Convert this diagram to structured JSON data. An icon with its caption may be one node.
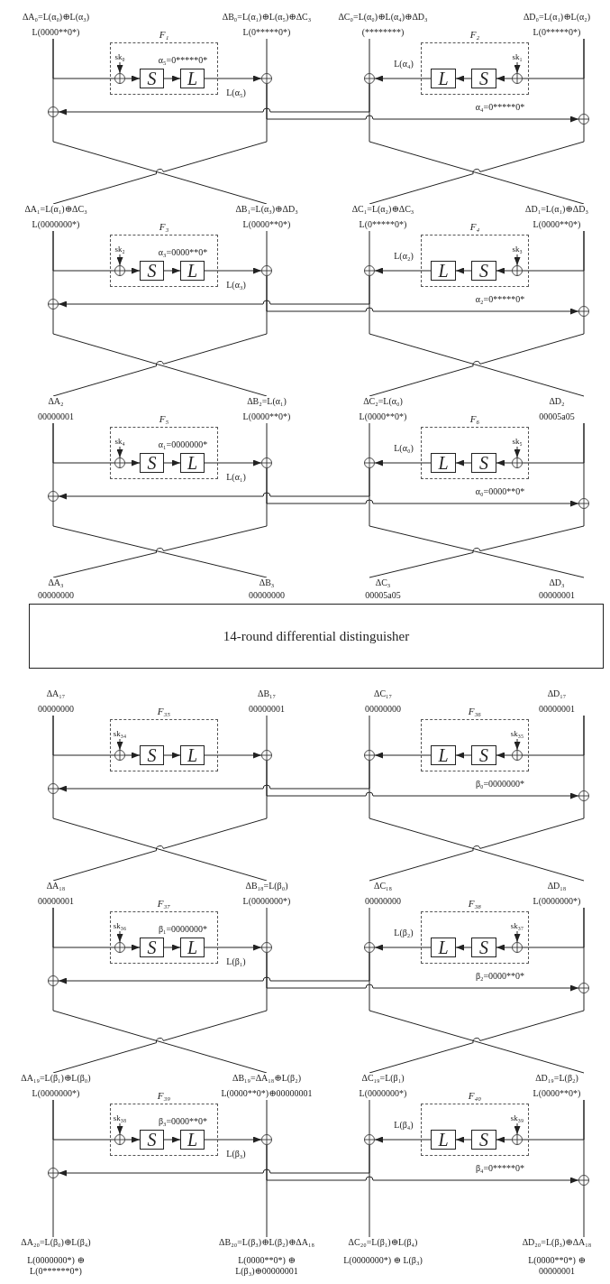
{
  "diagram": {
    "nodes": [
      {
        "text": [
          "ΔA₀=L(α₀)⊕L(α₃)",
          "L(0000**0*)"
        ]
      },
      {
        "text": [
          "ΔB₀=L(α₁)⊕L(α₅)⊕ΔC₃",
          "L(0*****0*)"
        ]
      },
      {
        "text": [
          "ΔC₀=L(α₀)⊕L(α₄)⊕ΔD₃",
          "(********)"
        ]
      },
      {
        "text": [
          "ΔD₀=L(α₁)⊕L(α₂)",
          "L(0*****0*)"
        ]
      },
      {
        "text": [
          "F₁"
        ]
      },
      {
        "text": [
          "sk₀"
        ],
        "in": 4
      },
      {
        "text": [],
        "shape": "circle",
        "in": 4
      },
      {
        "text": [
          "S"
        ],
        "in": 4
      },
      {
        "text": [
          "L"
        ],
        "in": 4
      },
      {
        "text": [],
        "shape": "circle"
      },
      {
        "text": [
          "F₂"
        ]
      },
      {
        "text": [
          "L"
        ],
        "in": 10
      },
      {
        "text": [
          "S"
        ],
        "in": 10
      },
      {
        "text": [
          "sk₁"
        ],
        "in": 10
      },
      {
        "text": [],
        "shape": "circle",
        "in": 10
      },
      {
        "text": [],
        "shape": "circle"
      },
      {
        "text": [],
        "shape": "circle"
      },
      {
        "text": [],
        "shape": "circle"
      },
      {
        "text": [
          "ΔA₁=L(α₁)⊕ΔC₃",
          "L(0000000*)"
        ]
      },
      {
        "text": [
          "ΔB₁=L(α₃)⊕ΔD₃",
          "L(0000**0*)"
        ]
      },
      {
        "text": [
          "ΔC₁=L(α₂)⊕ΔC₃",
          "L(0*****0*)"
        ]
      },
      {
        "text": [
          "ΔD₁=L(α₁)⊕ΔD₃",
          "L(0000**0*)"
        ]
      },
      {
        "text": [
          "F₃"
        ]
      },
      {
        "text": [
          "sk₂"
        ],
        "in": 22
      },
      {
        "text": [],
        "shape": "circle",
        "in": 22
      },
      {
        "text": [
          "S"
        ],
        "in": 22
      },
      {
        "text": [
          "L"
        ],
        "in": 22
      },
      {
        "text": [],
        "shape": "circle"
      },
      {
        "text": [
          "F₄"
        ]
      },
      {
        "text": [
          "L"
        ],
        "in": 28
      },
      {
        "text": [
          "S"
        ],
        "in": 28
      },
      {
        "text": [
          "sk₃"
        ],
        "in": 28
      },
      {
        "text": [],
        "shape": "circle",
        "in": 28
      },
      {
        "text": [],
        "shape": "circle"
      },
      {
        "text": [],
        "shape": "circle"
      },
      {
        "text": [],
        "shape": "circle"
      },
      {
        "text": [
          "ΔA₂",
          "00000001"
        ]
      },
      {
        "text": [
          "ΔB₂=L(α₁)",
          "L(0000**0*)"
        ]
      },
      {
        "text": [
          "ΔC₂=L(α₀)",
          "L(0000**0*)"
        ]
      },
      {
        "text": [
          "ΔD₂",
          "00005a05"
        ]
      },
      {
        "text": [
          "F₅"
        ]
      },
      {
        "text": [
          "sk₄"
        ],
        "in": 40
      },
      {
        "text": [],
        "shape": "circle",
        "in": 40
      },
      {
        "text": [
          "S"
        ],
        "in": 40
      },
      {
        "text": [
          "L"
        ],
        "in": 40
      },
      {
        "text": [],
        "shape": "circle"
      },
      {
        "text": [
          "F₆"
        ]
      },
      {
        "text": [
          "L"
        ],
        "in": 46
      },
      {
        "text": [
          "S"
        ],
        "in": 46
      },
      {
        "text": [
          "sk₅"
        ],
        "in": 46
      },
      {
        "text": [],
        "shape": "circle",
        "in": 46
      },
      {
        "text": [],
        "shape": "circle"
      },
      {
        "text": [],
        "shape": "circle"
      },
      {
        "text": [],
        "shape": "circle"
      },
      {
        "text": [
          "ΔA₃",
          "00000000"
        ]
      },
      {
        "text": [
          "ΔB₃",
          "00000000"
        ]
      },
      {
        "text": [
          "ΔC₃",
          "00005a05"
        ]
      },
      {
        "text": [
          "ΔD₃",
          "00000001"
        ]
      },
      {
        "text": [
          "14-round differential distinguisher"
        ]
      },
      {
        "text": [
          "ΔA₁₇",
          "00000000"
        ]
      },
      {
        "text": [
          "ΔB₁₇",
          "00000001"
        ]
      },
      {
        "text": [
          "ΔC₁₇",
          "00000000"
        ]
      },
      {
        "text": [
          "ΔD₁₇",
          "00000001"
        ]
      },
      {
        "text": [
          "F₃₅"
        ]
      },
      {
        "text": [
          "sk₃₄"
        ],
        "in": 63
      },
      {
        "text": [],
        "shape": "circle",
        "in": 63
      },
      {
        "text": [
          "S"
        ],
        "in": 63
      },
      {
        "text": [
          "L"
        ],
        "in": 63
      },
      {
        "text": [],
        "shape": "circle"
      },
      {
        "text": [
          "F₃₆"
        ]
      },
      {
        "text": [
          "L"
        ],
        "in": 69
      },
      {
        "text": [
          "S"
        ],
        "in": 69
      },
      {
        "text": [
          "sk₃₅"
        ],
        "in": 69
      },
      {
        "text": [],
        "shape": "circle",
        "in": 69
      },
      {
        "text": [],
        "shape": "circle"
      },
      {
        "text": [],
        "shape": "circle"
      },
      {
        "text": [],
        "shape": "circle"
      },
      {
        "text": [
          "ΔA₁₈",
          "00000001"
        ]
      },
      {
        "text": [
          "ΔB₁₈=L(β₀)",
          "L(0000000*)"
        ]
      },
      {
        "text": [
          "ΔC₁₈",
          "00000000"
        ]
      },
      {
        "text": [
          "ΔD₁₈",
          "L(0000000*)"
        ]
      },
      {
        "text": [
          "F₃₇"
        ]
      },
      {
        "text": [
          "sk₃₆"
        ],
        "in": 81
      },
      {
        "text": [],
        "shape": "circle",
        "in": 81
      },
      {
        "text": [
          "S"
        ],
        "in": 81
      },
      {
        "text": [
          "L"
        ],
        "in": 81
      },
      {
        "text": [],
        "shape": "circle"
      },
      {
        "text": [
          "F₃₈"
        ]
      },
      {
        "text": [
          "L"
        ],
        "in": 87
      },
      {
        "text": [
          "S"
        ],
        "in": 87
      },
      {
        "text": [
          "sk₃₇"
        ],
        "in": 87
      },
      {
        "text": [],
        "shape": "circle",
        "in": 87
      },
      {
        "text": [],
        "shape": "circle"
      },
      {
        "text": [],
        "shape": "circle"
      },
      {
        "text": [],
        "shape": "circle"
      },
      {
        "text": [
          "ΔA₁₉=L(β₁)⊕L(β₀)",
          "L(0000000*)"
        ]
      },
      {
        "text": [
          "ΔB₁₉=ΔA₁₈⊕L(β₂)",
          "L(0000**0*)⊕00000001"
        ]
      },
      {
        "text": [
          "ΔC₁₉=L(β₁)",
          "L(0000000*)"
        ]
      },
      {
        "text": [
          "ΔD₁₉=L(β₂)",
          "L(0000**0*)"
        ]
      },
      {
        "text": [
          "F₃₉"
        ]
      },
      {
        "text": [
          "sk₃₈"
        ],
        "in": 99
      },
      {
        "text": [],
        "shape": "circle",
        "in": 99
      },
      {
        "text": [
          "S"
        ],
        "in": 99
      },
      {
        "text": [
          "L"
        ],
        "in": 99
      },
      {
        "text": [],
        "shape": "circle"
      },
      {
        "text": [
          "F₄₀"
        ]
      },
      {
        "text": [
          "L"
        ],
        "in": 105
      },
      {
        "text": [
          "S"
        ],
        "in": 105
      },
      {
        "text": [
          "sk₃₉"
        ],
        "in": 105
      },
      {
        "text": [],
        "shape": "circle",
        "in": 105
      },
      {
        "text": [],
        "shape": "circle"
      },
      {
        "text": [],
        "shape": "circle"
      },
      {
        "text": [],
        "shape": "circle"
      },
      {
        "text": [
          "ΔA₂₀=L(β₀)⊕L(β₄)",
          "L(0000000*) ⊕ L(0******0*)"
        ]
      },
      {
        "text": [
          "ΔB₂₀=L(β₃)⊕L(β₂)⊕ΔA₁₈",
          "L(0000**0*) ⊕ L(β₃)⊕00000001"
        ]
      },
      {
        "text": [
          "ΔC₂₀=L(β₁)⊕L(β₄)",
          "L(0000000*) ⊕ L(β₃)"
        ]
      },
      {
        "text": [
          "ΔD₂₀=L(β₃)⊕ΔA₁₈",
          "L(0000**0*) ⊕ 00000001"
        ]
      }
    ],
    "edges": [
      {
        "from": 5,
        "to": 6,
        "arrow": "to"
      },
      {
        "from": 6,
        "to": 7,
        "arrow": "to"
      },
      {
        "from": 7,
        "to": 8,
        "arrow": "to"
      },
      {
        "from": 8,
        "to": 9,
        "arrow": "to"
      },
      {
        "from": 13,
        "to": 14,
        "arrow": "to"
      },
      {
        "from": 14,
        "to": 12,
        "arrow": "to"
      },
      {
        "from": 12,
        "to": 11,
        "arrow": "to"
      },
      {
        "from": 11,
        "to": 15,
        "arrow": "to"
      },
      {
        "from": 15,
        "to": 16,
        "arrow": "to"
      },
      {
        "from": 9,
        "to": 17,
        "arrow": "to"
      },
      {
        "from": 0,
        "to": 6,
        "arrow": "none"
      },
      {
        "from": 0,
        "to": 16,
        "arrow": "none"
      },
      {
        "from": 1,
        "to": 9,
        "arrow": "none"
      },
      {
        "from": 2,
        "to": 15,
        "arrow": "none"
      },
      {
        "from": 3,
        "to": 14,
        "arrow": "none"
      },
      {
        "from": 3,
        "to": 17,
        "arrow": "none"
      },
      {
        "from": 16,
        "to": 19,
        "arrow": "none"
      },
      {
        "from": 9,
        "to": 18,
        "arrow": "none"
      },
      {
        "from": 15,
        "to": 21,
        "arrow": "none"
      },
      {
        "from": 17,
        "to": 20,
        "arrow": "none"
      },
      {
        "from": 23,
        "to": 24,
        "arrow": "to"
      },
      {
        "from": 24,
        "to": 25,
        "arrow": "to"
      },
      {
        "from": 25,
        "to": 26,
        "arrow": "to"
      },
      {
        "from": 26,
        "to": 27,
        "arrow": "to"
      },
      {
        "from": 31,
        "to": 32,
        "arrow": "to"
      },
      {
        "from": 32,
        "to": 30,
        "arrow": "to"
      },
      {
        "from": 30,
        "to": 29,
        "arrow": "to"
      },
      {
        "from": 29,
        "to": 33,
        "arrow": "to"
      },
      {
        "from": 33,
        "to": 34,
        "arrow": "to"
      },
      {
        "from": 27,
        "to": 35,
        "arrow": "to"
      },
      {
        "from": 18,
        "to": 24,
        "arrow": "none"
      },
      {
        "from": 18,
        "to": 34,
        "arrow": "none"
      },
      {
        "from": 19,
        "to": 27,
        "arrow": "none"
      },
      {
        "from": 20,
        "to": 33,
        "arrow": "none"
      },
      {
        "from": 21,
        "to": 32,
        "arrow": "none"
      },
      {
        "from": 21,
        "to": 35,
        "arrow": "none"
      },
      {
        "from": 34,
        "to": 37,
        "arrow": "none"
      },
      {
        "from": 27,
        "to": 36,
        "arrow": "none"
      },
      {
        "from": 33,
        "to": 39,
        "arrow": "none"
      },
      {
        "from": 35,
        "to": 38,
        "arrow": "none"
      },
      {
        "from": 41,
        "to": 42,
        "arrow": "to"
      },
      {
        "from": 42,
        "to": 43,
        "arrow": "to"
      },
      {
        "from": 43,
        "to": 44,
        "arrow": "to"
      },
      {
        "from": 44,
        "to": 45,
        "arrow": "to"
      },
      {
        "from": 49,
        "to": 50,
        "arrow": "to"
      },
      {
        "from": 50,
        "to": 48,
        "arrow": "to"
      },
      {
        "from": 48,
        "to": 47,
        "arrow": "to"
      },
      {
        "from": 47,
        "to": 51,
        "arrow": "to"
      },
      {
        "from": 51,
        "to": 52,
        "arrow": "to"
      },
      {
        "from": 45,
        "to": 53,
        "arrow": "to"
      },
      {
        "from": 36,
        "to": 42,
        "arrow": "none"
      },
      {
        "from": 36,
        "to": 52,
        "arrow": "none"
      },
      {
        "from": 37,
        "to": 45,
        "arrow": "none"
      },
      {
        "from": 38,
        "to": 51,
        "arrow": "none"
      },
      {
        "from": 39,
        "to": 50,
        "arrow": "none"
      },
      {
        "from": 39,
        "to": 53,
        "arrow": "none"
      },
      {
        "from": 52,
        "to": 55,
        "arrow": "none"
      },
      {
        "from": 45,
        "to": 54,
        "arrow": "none"
      },
      {
        "from": 51,
        "to": 57,
        "arrow": "none"
      },
      {
        "from": 53,
        "to": 56,
        "arrow": "none"
      },
      {
        "from": 64,
        "to": 65,
        "arrow": "to"
      },
      {
        "from": 65,
        "to": 66,
        "arrow": "to"
      },
      {
        "from": 66,
        "to": 67,
        "arrow": "to"
      },
      {
        "from": 67,
        "to": 68,
        "arrow": "to"
      },
      {
        "from": 72,
        "to": 73,
        "arrow": "to"
      },
      {
        "from": 73,
        "to": 71,
        "arrow": "to"
      },
      {
        "from": 71,
        "to": 70,
        "arrow": "to"
      },
      {
        "from": 70,
        "to": 74,
        "arrow": "to"
      },
      {
        "from": 74,
        "to": 75,
        "arrow": "to"
      },
      {
        "from": 68,
        "to": 76,
        "arrow": "to"
      },
      {
        "from": 59,
        "to": 65,
        "arrow": "none"
      },
      {
        "from": 59,
        "to": 75,
        "arrow": "none"
      },
      {
        "from": 60,
        "to": 68,
        "arrow": "none"
      },
      {
        "from": 61,
        "to": 74,
        "arrow": "none"
      },
      {
        "from": 62,
        "to": 73,
        "arrow": "none"
      },
      {
        "from": 62,
        "to": 76,
        "arrow": "none"
      },
      {
        "from": 75,
        "to": 78,
        "arrow": "none"
      },
      {
        "from": 68,
        "to": 77,
        "arrow": "none"
      },
      {
        "from": 74,
        "to": 80,
        "arrow": "none"
      },
      {
        "from": 76,
        "to": 79,
        "arrow": "none"
      },
      {
        "from": 82,
        "to": 83,
        "arrow": "to"
      },
      {
        "from": 83,
        "to": 84,
        "arrow": "to"
      },
      {
        "from": 84,
        "to": 85,
        "arrow": "to"
      },
      {
        "from": 85,
        "to": 86,
        "arrow": "to"
      },
      {
        "from": 90,
        "to": 91,
        "arrow": "to"
      },
      {
        "from": 91,
        "to": 89,
        "arrow": "to"
      },
      {
        "from": 89,
        "to": 88,
        "arrow": "to"
      },
      {
        "from": 88,
        "to": 92,
        "arrow": "to"
      },
      {
        "from": 92,
        "to": 93,
        "arrow": "to"
      },
      {
        "from": 86,
        "to": 94,
        "arrow": "to"
      },
      {
        "from": 77,
        "to": 83,
        "arrow": "none"
      },
      {
        "from": 77,
        "to": 93,
        "arrow": "none"
      },
      {
        "from": 78,
        "to": 86,
        "arrow": "none"
      },
      {
        "from": 79,
        "to": 92,
        "arrow": "none"
      },
      {
        "from": 80,
        "to": 91,
        "arrow": "none"
      },
      {
        "from": 80,
        "to": 94,
        "arrow": "none"
      },
      {
        "from": 93,
        "to": 96,
        "arrow": "none"
      },
      {
        "from": 86,
        "to": 95,
        "arrow": "none"
      },
      {
        "from": 92,
        "to": 98,
        "arrow": "none"
      },
      {
        "from": 94,
        "to": 97,
        "arrow": "none"
      },
      {
        "from": 100,
        "to": 101,
        "arrow": "to"
      },
      {
        "from": 101,
        "to": 102,
        "arrow": "to"
      },
      {
        "from": 102,
        "to": 103,
        "arrow": "to"
      },
      {
        "from": 103,
        "to": 104,
        "arrow": "to"
      },
      {
        "from": 108,
        "to": 109,
        "arrow": "to"
      },
      {
        "from": 109,
        "to": 107,
        "arrow": "to"
      },
      {
        "from": 107,
        "to": 106,
        "arrow": "to"
      },
      {
        "from": 106,
        "to": 110,
        "arrow": "to"
      },
      {
        "from": 110,
        "to": 111,
        "arrow": "to"
      },
      {
        "from": 104,
        "to": 112,
        "arrow": "to"
      },
      {
        "from": 95,
        "to": 101,
        "arrow": "none"
      },
      {
        "from": 95,
        "to": 111,
        "arrow": "none"
      },
      {
        "from": 96,
        "to": 104,
        "arrow": "none"
      },
      {
        "from": 97,
        "to": 110,
        "arrow": "none"
      },
      {
        "from": 98,
        "to": 109,
        "arrow": "none"
      },
      {
        "from": 98,
        "to": 112,
        "arrow": "none"
      },
      {
        "from": 111,
        "to": 113,
        "arrow": "none"
      },
      {
        "from": 104,
        "to": 114,
        "arrow": "none"
      },
      {
        "from": 110,
        "to": 115,
        "arrow": "none"
      },
      {
        "from": 112,
        "to": 116,
        "arrow": "none"
      }
    ],
    "labels": [
      "α₅=0*****0*",
      "L(α₄)",
      "L(α₅)",
      "α₄=0*****0*",
      "α₃=0000**0*",
      "L(α₂)",
      "L(α₃)",
      "α₂=0*****0*",
      "α₁=0000000*",
      "L(α₀)",
      "L(α₁)",
      "α₀=0000**0*",
      "β₀=0000000*",
      "β₁=0000000*",
      "L(β₂)",
      "L(β₁)",
      "β₂=0000**0*",
      "β₃=0000**0*",
      "L(β₄)",
      "L(β₃)",
      "β₄=0*****0*"
    ]
  }
}
